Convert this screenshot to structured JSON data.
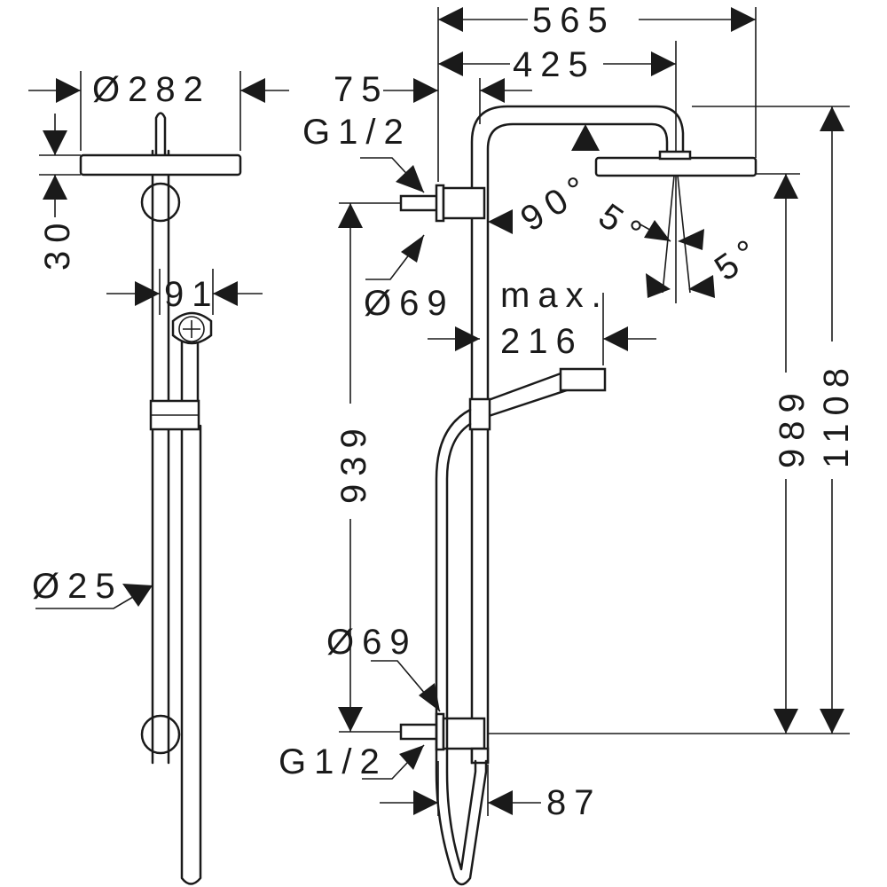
{
  "dimensions": {
    "head_diameter": "Ø282",
    "head_height": "30",
    "handshower_width": "91",
    "rail_diameter": "Ø25",
    "total_width": "565",
    "arm_reach": "425",
    "wall_offset": "75",
    "top_inlet_thread": "G1/2",
    "swivel_angle": "90°",
    "tilt_angle_upper": "5°",
    "tilt_angle_lower": "5°",
    "top_rosette_diameter": "Ø69",
    "handshower_reach_label": "max.",
    "handshower_reach_value": "216",
    "inlet_spacing": "939",
    "bottom_rosette_diameter": "Ø69",
    "bottom_inlet_thread": "G1/2",
    "bottom_depth": "87",
    "head_outlet_height": "989",
    "total_height": "1108"
  }
}
